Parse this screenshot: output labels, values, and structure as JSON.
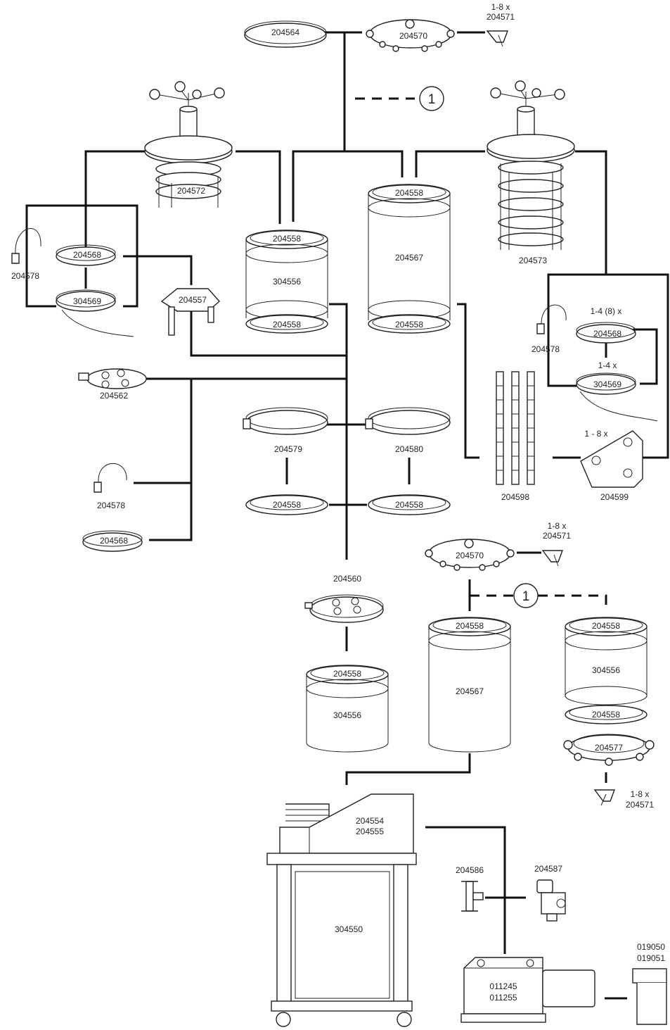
{
  "callout_label": "1",
  "labels": {
    "part_204564": "204564",
    "part_204570_top": "204570",
    "qty_1_8x_top": "1-8 x",
    "part_204571_top": "204571",
    "part_204572": "204572",
    "part_204573": "204573",
    "part_204558_a": "204558",
    "part_304556_a": "304556",
    "part_204558_b": "204558",
    "part_204558_c": "204558",
    "part_204567_a": "204567",
    "part_204558_d": "204558",
    "part_204568_left": "204568",
    "part_204578_left": "204578",
    "part_304569_left": "304569",
    "part_204557": "204557",
    "qty_1_4_8x": "1-4 (8) x",
    "part_204568_right": "204568",
    "qty_1_4x": "1-4 x",
    "part_304569_right": "304569",
    "part_204578_right": "204578",
    "part_204562": "204562",
    "part_204579": "204579",
    "part_204580": "204580",
    "part_204598": "204598",
    "qty_1_8x_plate": "1 - 8 x",
    "part_204599": "204599",
    "part_204578_mid": "204578",
    "part_204558_e": "204558",
    "part_204558_f": "204558",
    "part_204568_bottom": "204568",
    "qty_1_8x_mid": "1-8 x",
    "part_204571_mid": "204571",
    "part_204570_mid": "204570",
    "part_204560": "204560",
    "part_204558_g": "204558",
    "part_304556_b": "304556",
    "part_204558_h": "204558",
    "part_204567_b": "204567",
    "part_204558_i": "204558",
    "part_304556_c": "304556",
    "part_204558_j": "204558",
    "part_204577": "204577",
    "qty_1_8x_bottom": "1-8 x",
    "part_204571_bottom": "204571",
    "part_204554": "204554",
    "part_204555": "204555",
    "part_304550": "304550",
    "part_204586": "204586",
    "part_204587": "204587",
    "part_011245": "011245",
    "part_011255": "011255",
    "part_019050": "019050",
    "part_019051": "019051"
  }
}
